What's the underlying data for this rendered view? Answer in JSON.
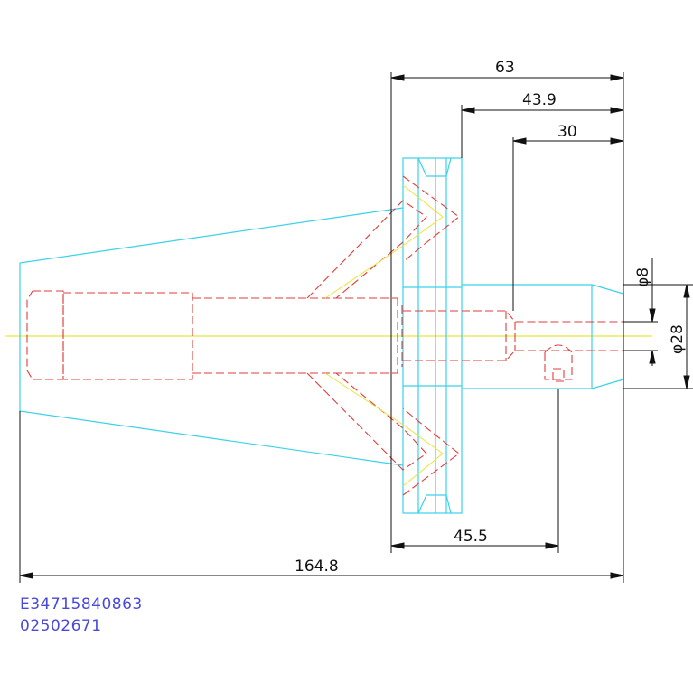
{
  "dimensions": {
    "d63": "63",
    "d43_9": "43.9",
    "d30": "30",
    "d45_5": "45.5",
    "d164_8": "164.8",
    "dia8": "φ8",
    "dia28": "φ28"
  },
  "part_codes": {
    "line1": "E34715840863",
    "line2": "02502671"
  },
  "colors": {
    "outline": "#39d2e8",
    "hidden": "#e23b3b",
    "centerline": "#e6e63a",
    "dimension": "#111111",
    "code_text": "#4a4ad8"
  }
}
